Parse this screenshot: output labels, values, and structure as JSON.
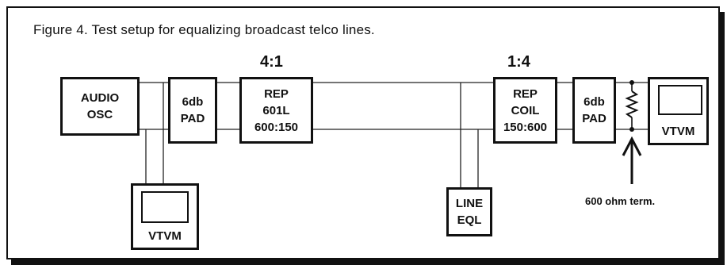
{
  "caption": "Figure 4.   Test setup for equalizing broadcast telco lines.",
  "ratios": {
    "left": "4:1",
    "right": "1:4"
  },
  "blocks": {
    "audio_osc": [
      "AUDIO",
      "OSC"
    ],
    "pad_left": [
      "6db",
      "PAD"
    ],
    "rep_left": [
      "REP",
      "601L",
      "600:150"
    ],
    "rep_right": [
      "REP",
      "COIL",
      "150:600"
    ],
    "pad_right": [
      "6db",
      "PAD"
    ],
    "line_eql": [
      "LINE",
      "EQL"
    ]
  },
  "meters": {
    "left": "VTVM",
    "right": "VTVM"
  },
  "termination_label": "600 ohm term."
}
